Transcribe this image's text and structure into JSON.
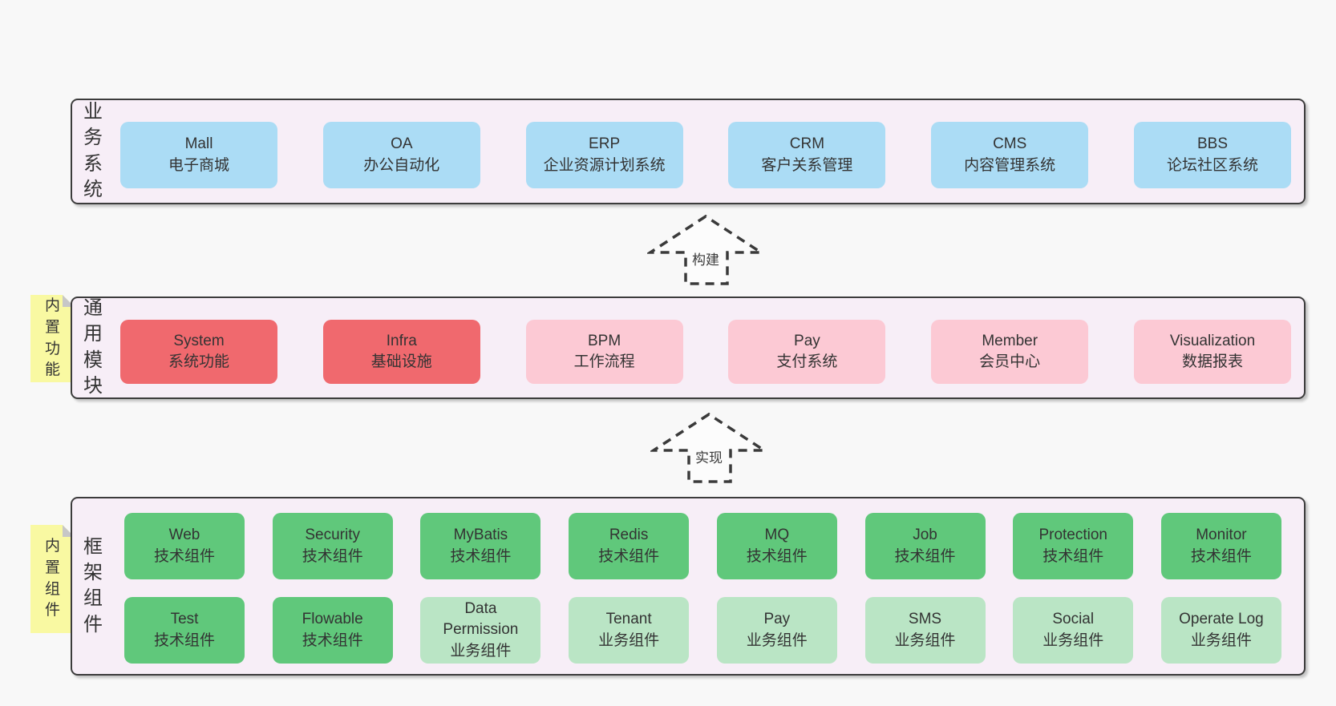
{
  "colors": {
    "page_bg": "#f8f8f8",
    "band_bg": "#f7eef7",
    "band_border": "#3c3c3c",
    "box_blue": "#abdcf5",
    "box_red": "#f0696e",
    "box_pink": "#fcc9d4",
    "box_green": "#60c87b",
    "box_light_green": "#bae5c5",
    "sticky_yellow": "#f9f9a2",
    "text": "#333333"
  },
  "bands": {
    "business": {
      "label": "业务系统",
      "boxes": [
        {
          "title": "Mall",
          "subtitle": "电子商城"
        },
        {
          "title": "OA",
          "subtitle": "办公自动化"
        },
        {
          "title": "ERP",
          "subtitle": "企业资源计划系统"
        },
        {
          "title": "CRM",
          "subtitle": "客户关系管理"
        },
        {
          "title": "CMS",
          "subtitle": "内容管理系统"
        },
        {
          "title": "BBS",
          "subtitle": "论坛社区系统"
        }
      ]
    },
    "modules": {
      "label": "通用模块",
      "sticky": "内置功能",
      "boxes": [
        {
          "title": "System",
          "subtitle": "系统功能"
        },
        {
          "title": "Infra",
          "subtitle": "基础设施"
        },
        {
          "title": "BPM",
          "subtitle": "工作流程"
        },
        {
          "title": "Pay",
          "subtitle": "支付系统"
        },
        {
          "title": "Member",
          "subtitle": "会员中心"
        },
        {
          "title": "Visualization",
          "subtitle": "数据报表"
        }
      ]
    },
    "components": {
      "label": "框架组件",
      "sticky": "内置组件",
      "boxes": [
        {
          "title": "Web",
          "subtitle": "技术组件"
        },
        {
          "title": "Security",
          "subtitle": "技术组件"
        },
        {
          "title": "MyBatis",
          "subtitle": "技术组件"
        },
        {
          "title": "Redis",
          "subtitle": "技术组件"
        },
        {
          "title": "MQ",
          "subtitle": "技术组件"
        },
        {
          "title": "Job",
          "subtitle": "技术组件"
        },
        {
          "title": "Protection",
          "subtitle": "技术组件"
        },
        {
          "title": "Monitor",
          "subtitle": "技术组件"
        },
        {
          "title": "Test",
          "subtitle": "技术组件"
        },
        {
          "title": "Flowable",
          "subtitle": "技术组件"
        },
        {
          "title": "Data Permission",
          "subtitle": "业务组件"
        },
        {
          "title": "Tenant",
          "subtitle": "业务组件"
        },
        {
          "title": "Pay",
          "subtitle": "业务组件"
        },
        {
          "title": "SMS",
          "subtitle": "业务组件"
        },
        {
          "title": "Social",
          "subtitle": "业务组件"
        },
        {
          "title": "Operate Log",
          "subtitle": "业务组件"
        }
      ]
    }
  },
  "arrows": [
    {
      "label": "构建"
    },
    {
      "label": "实现"
    }
  ]
}
